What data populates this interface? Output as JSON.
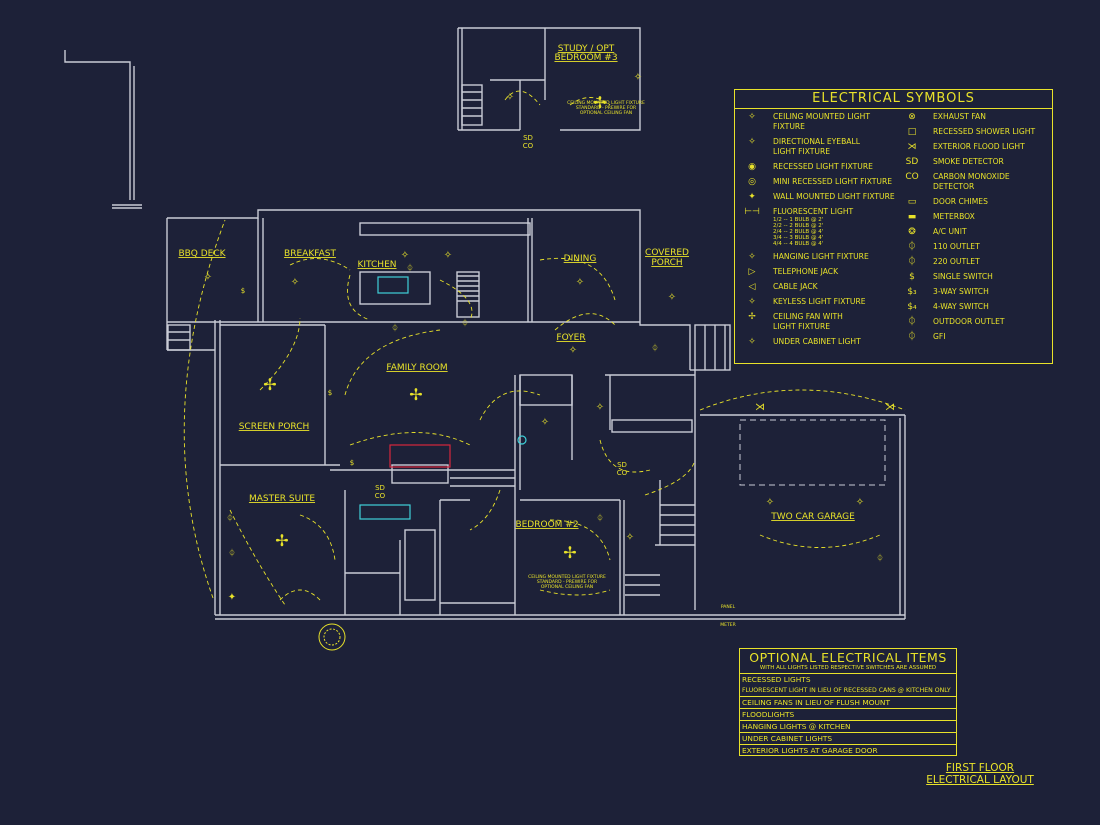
{
  "colors": {
    "background": "#1d2138",
    "lines": "#c9ccd6",
    "annotation": "#e8e22a",
    "accent": "#3fd0d8",
    "marker": "#d7263d"
  },
  "rooms": {
    "bbq_deck": "BBQ DECK",
    "breakfast": "BREAKFAST",
    "kitchen": "KITCHEN",
    "dining": "DINING",
    "covered_porch": [
      "COVERED",
      "PORCH"
    ],
    "foyer": "FOYER",
    "family_room": "FAMILY ROOM",
    "screen_porch": "SCREEN PORCH",
    "master_suite": "MASTER SUITE",
    "bedroom2": "BEDROOM #2",
    "two_car_garage": "TWO CAR GARAGE",
    "study": [
      "STUDY / OPT",
      "BEDROOM #3"
    ]
  },
  "notes": {
    "ceiling_fixture_bed2": [
      "CEILING MOUNTED LIGHT FIXTURE",
      "STANDARD - PREWIRE FOR",
      "OPTIONAL CEILING FAN"
    ],
    "ceiling_fixture_study": [
      "CEILING MOUNTED LIGHT FIXTURE",
      "STANDARD - PREWIRE FOR",
      "OPTIONAL CEILING FAN"
    ],
    "panel": "PANEL",
    "meter": "METER"
  },
  "legend": {
    "title": "ELECTRICAL SYMBOLS",
    "left": [
      {
        "icon": "ceiling-light-icon",
        "glyph": "✧",
        "label": "CEILING MOUNTED LIGHT FIXTURE"
      },
      {
        "icon": "eyeball-light-icon",
        "glyph": "✧",
        "label": "DIRECTIONAL EYEBALL",
        "label2": "LIGHT FIXTURE"
      },
      {
        "icon": "recessed-light-icon",
        "glyph": "◉",
        "label": "RECESSED LIGHT FIXTURE"
      },
      {
        "icon": "mini-recessed-icon",
        "glyph": "◎",
        "label": "MINI RECESSED LIGHT FIXTURE"
      },
      {
        "icon": "wall-light-icon",
        "glyph": "✦",
        "label": "WALL MOUNTED LIGHT FIXTURE"
      },
      {
        "icon": "fluorescent-icon",
        "glyph": "⊢⊣",
        "label": "FLUORESCENT LIGHT",
        "sub": [
          "1/2 -- 1 BULB @ 2'",
          "2/2 -- 2 BULB @ 2'",
          "2/4 -- 2 BULB @ 4'",
          "3/4 -- 3 BULB @ 4'",
          "4/4 -- 4 BULB @ 4'"
        ]
      },
      {
        "icon": "hanging-light-icon",
        "glyph": "✧",
        "label": "HANGING LIGHT FIXTURE"
      },
      {
        "icon": "telephone-jack-icon",
        "glyph": "▷",
        "label": "TELEPHONE JACK"
      },
      {
        "icon": "cable-jack-icon",
        "glyph": "◁",
        "label": "CABLE JACK"
      },
      {
        "icon": "keyless-light-icon",
        "glyph": "✧",
        "label": "KEYLESS LIGHT FIXTURE"
      },
      {
        "icon": "ceiling-fan-icon",
        "glyph": "✢",
        "label": "CEILING FAN WITH",
        "label2": "LIGHT FIXTURE"
      },
      {
        "icon": "under-cabinet-icon",
        "glyph": "✧",
        "label": "UNDER CABINET LIGHT"
      }
    ],
    "right": [
      {
        "icon": "exhaust-fan-icon",
        "glyph": "⊗",
        "label": "EXHAUST FAN"
      },
      {
        "icon": "shower-light-icon",
        "glyph": "□",
        "label": "RECESSED SHOWER LIGHT"
      },
      {
        "icon": "flood-light-icon",
        "glyph": "⋊",
        "label": "EXTERIOR FLOOD LIGHT"
      },
      {
        "icon": "smoke-detector-icon",
        "glyph": "SD",
        "label": "SMOKE DETECTOR"
      },
      {
        "icon": "co-detector-icon",
        "glyph": "CO",
        "label": "CARBON MONOXIDE DETECTOR"
      },
      {
        "icon": "door-chimes-icon",
        "glyph": "▭",
        "label": "DOOR CHIMES"
      },
      {
        "icon": "meterbox-icon",
        "glyph": "▬",
        "label": "METERBOX"
      },
      {
        "icon": "ac-unit-icon",
        "glyph": "❂",
        "label": "A/C UNIT"
      },
      {
        "icon": "outlet-110-icon",
        "glyph": "⏀",
        "label": "110 OUTLET"
      },
      {
        "icon": "outlet-220-icon",
        "glyph": "⏀",
        "label": "220 OUTLET"
      },
      {
        "icon": "single-switch-icon",
        "glyph": "$",
        "label": "SINGLE SWITCH"
      },
      {
        "icon": "three-way-switch-icon",
        "glyph": "$₃",
        "label": "3-WAY SWITCH"
      },
      {
        "icon": "four-way-switch-icon",
        "glyph": "$₄",
        "label": "4-WAY SWITCH"
      },
      {
        "icon": "outdoor-outlet-icon",
        "glyph": "⏀",
        "label": "OUTDOOR OUTLET"
      },
      {
        "icon": "gfi-icon",
        "glyph": "⏀",
        "label": "GFI"
      }
    ]
  },
  "optional": {
    "title": "OPTIONAL ELECTRICAL ITEMS",
    "note": "WITH ALL LIGHTS LISTED RESPECTIVE SWITCHES ARE ASSUMED",
    "items": [
      [
        "RECESSED LIGHTS",
        "FLUORESCENT LIGHT IN LIEU OF RECESSED CANS @ KITCHEN ONLY"
      ],
      [
        "CEILING FANS IN LIEU OF FLUSH MOUNT"
      ],
      [
        "FLOODLIGHTS"
      ],
      [
        "HANGING LIGHTS @ KITCHEN"
      ],
      [
        "UNDER CABINET LIGHTS"
      ],
      [
        "EXTERIOR LIGHTS AT GARAGE DOOR"
      ]
    ]
  },
  "title_block": {
    "line1": "FIRST FLOOR",
    "line2": "ELECTRICAL LAYOUT"
  }
}
